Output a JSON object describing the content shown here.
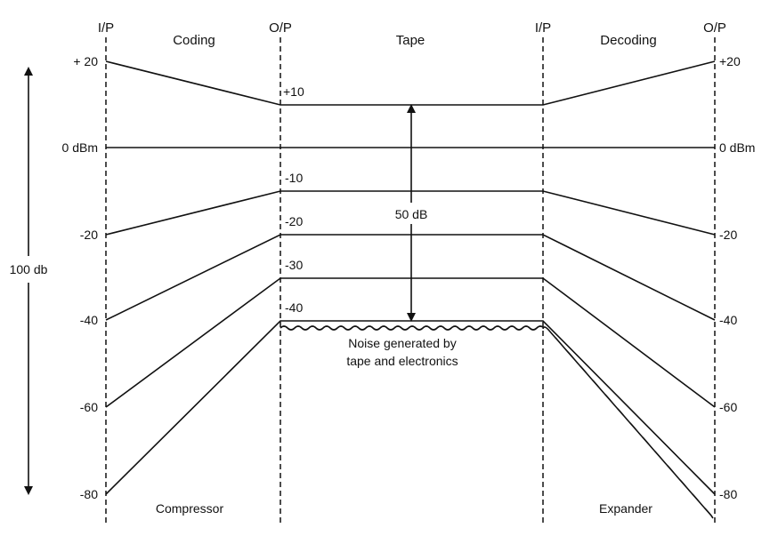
{
  "headers": {
    "ip_left": "I/P",
    "coding": "Coding",
    "op_left": "O/P",
    "tape": "Tape",
    "ip_right": "I/P",
    "decoding": "Decoding",
    "op_right": "O/P"
  },
  "left_levels": [
    "+ 20",
    "0 dBm",
    "-20",
    "-40",
    "-60",
    "-80"
  ],
  "tape_levels": [
    "+10",
    "-10",
    "-20",
    "-30",
    "-40"
  ],
  "right_levels": [
    "+20",
    "0 dBm",
    "-20",
    "-40",
    "-60",
    "-80"
  ],
  "range_label": "100 db",
  "tape_range_label": "50 dB",
  "noise_label": [
    "Noise generated by",
    "tape and electronics"
  ],
  "compressor_label": "Compressor",
  "expander_label": "Expander",
  "signal_levels": {
    "input_dBm": [
      20,
      0,
      -20,
      -40,
      -60,
      -80
    ],
    "tape_dBm": [
      10,
      0,
      -10,
      -20,
      -30,
      -40
    ],
    "output_dBm": [
      20,
      0,
      -20,
      -40,
      -60,
      -80
    ]
  }
}
